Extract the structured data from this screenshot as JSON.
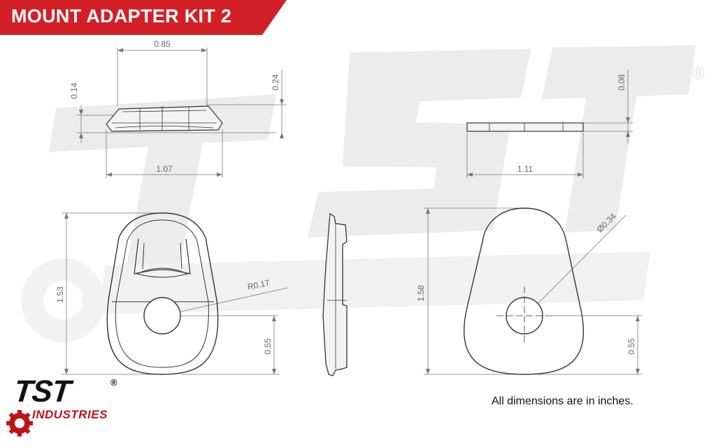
{
  "header": {
    "title": "MOUNT ADAPTER KIT 2",
    "banner_color": "#d31f26"
  },
  "dimensions": {
    "top_width": "0.85",
    "left_height_small": "0.14",
    "left_height_total": "0.24",
    "left_bottom_width": "1.07",
    "right_thickness": "0.08",
    "right_bottom_width": "1.11",
    "front_height": "1.53",
    "front_radius": "R0.17",
    "front_hole_height": "0.55",
    "plate_height": "1.58",
    "plate_hole_diameter": "Ø0.34",
    "plate_hole_height": "0.55"
  },
  "footnote": "All dimensions are in inches.",
  "logo": {
    "brand": "TST",
    "sub": "INDUSTRIES",
    "reg": "®",
    "accent": "#c0121a"
  },
  "watermark": {
    "reg": "®",
    "color": "#e6e6e6"
  }
}
